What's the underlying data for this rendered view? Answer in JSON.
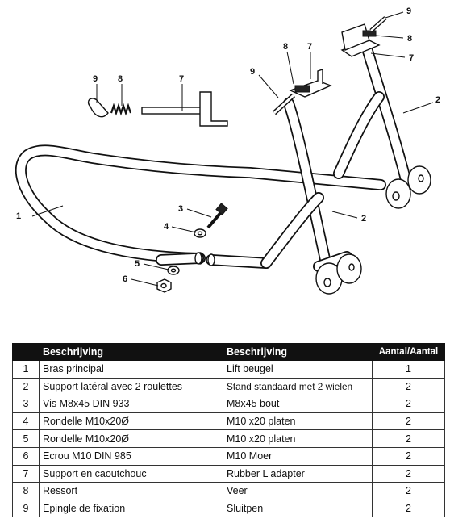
{
  "diagram": {
    "callouts": {
      "c1": "1",
      "c2a": "2",
      "c2b": "2",
      "c3": "3",
      "c4": "4",
      "c5": "5",
      "c6": "6",
      "c7a": "7",
      "c7b": "7",
      "c7c": "7",
      "c8a": "8",
      "c8b": "8",
      "c8c": "8",
      "c9a": "9",
      "c9b": "9",
      "c9c": "9"
    }
  },
  "table": {
    "headers": {
      "num": "",
      "fr": "Beschrijving",
      "nl": "Beschrijving",
      "qty": "Aantal/Aantal"
    },
    "rows": [
      {
        "num": "1",
        "fr": "Bras principal",
        "nl": "Lift beugel",
        "qty": "1"
      },
      {
        "num": "2",
        "fr": "Support latéral avec 2 roulettes",
        "nl": "Stand standaard met 2 wielen",
        "qty": "2"
      },
      {
        "num": "3",
        "fr": "Vis M8x45 DIN 933",
        "nl": "M8x45 bout",
        "qty": "2"
      },
      {
        "num": "4",
        "fr": "Rondelle M10x20Ø",
        "nl": "M10 x20 platen",
        "qty": "2"
      },
      {
        "num": "5",
        "fr": "Rondelle M10x20Ø",
        "nl": "M10 x20 platen",
        "qty": "2"
      },
      {
        "num": "6",
        "fr": "Ecrou M10 DIN 985",
        "nl": "M10 Moer",
        "qty": "2"
      },
      {
        "num": "7",
        "fr": "Support en caoutchouc",
        "nl": "Rubber L adapter",
        "qty": "2"
      },
      {
        "num": "8",
        "fr": "Ressort",
        "nl": "Veer",
        "qty": "2"
      },
      {
        "num": "9",
        "fr": "Epingle de fixation",
        "nl": "Sluitpen",
        "qty": "2"
      }
    ]
  }
}
